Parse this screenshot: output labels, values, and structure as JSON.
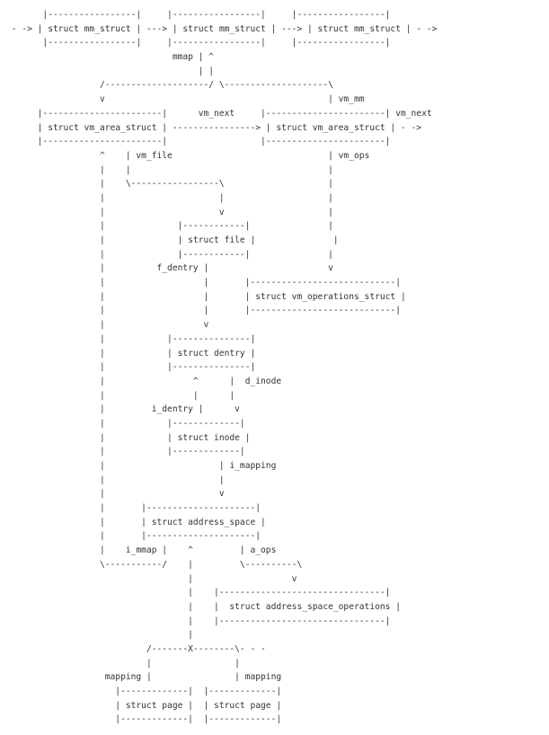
{
  "diagram_lines": [
    "       |-----------------|     |-----------------|     |-----------------|",
    " - -> | struct mm_struct | ---> | struct mm_struct | ---> | struct mm_struct | - ->",
    "       |-----------------|     |-----------------|     |-----------------|",
    "                                mmap | ^",
    "                                     | |",
    "                  /--------------------/ \\--------------------\\",
    "                  v                                           | vm_mm",
    "      |-----------------------|      vm_next     |-----------------------| vm_next",
    "      | struct vm_area_struct | ----------------> | struct vm_area_struct | - ->",
    "      |-----------------------|                  |-----------------------|",
    "                  ^    | vm_file                              | vm_ops",
    "                  |    |                                      |",
    "                  |    \\-----------------\\                    |",
    "                  |                      |                    |",
    "                  |                      v                    |",
    "                  |              |------------|               |",
    "                  |              | struct file |               |",
    "                  |              |------------|               |",
    "                  |          f_dentry |                       v",
    "                  |                   |       |----------------------------|",
    "                  |                   |       | struct vm_operations_struct |",
    "                  |                   |       |----------------------------|",
    "                  |                   v",
    "                  |            |---------------|",
    "                  |            | struct dentry |",
    "                  |            |---------------|",
    "                  |                 ^      |  d_inode",
    "                  |                 |      |",
    "                  |         i_dentry |      v",
    "                  |            |-------------|",
    "                  |            | struct inode |",
    "                  |            |-------------|",
    "                  |                      | i_mapping",
    "                  |                      |",
    "                  |                      v",
    "                  |       |---------------------|",
    "                  |       | struct address_space |",
    "                  |       |---------------------|",
    "                  |    i_mmap |    ^         | a_ops",
    "                  \\-----------/    |         \\----------\\",
    "                                   |                   v",
    "                                   |    |--------------------------------|",
    "                                   |    |  struct address_space_operations |",
    "                                   |    |--------------------------------|",
    "                                   |",
    "                           /-------X--------\\- - -",
    "                           |                |",
    "                   mapping |                | mapping",
    "                     |-------------|  |-------------|",
    "                     | struct page |  | struct page |",
    "                     |-------------|  |-------------|"
  ]
}
